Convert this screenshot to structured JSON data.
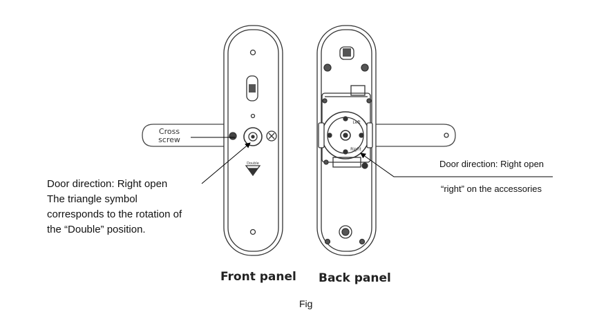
{
  "left_annotation": {
    "line1": "Door direction: Right open",
    "line2": "The triangle symbol",
    "line3": "corresponds to the rotation of",
    "line4": "the “Double” position."
  },
  "cross_screw": {
    "line1": "Cross",
    "line2": "screw"
  },
  "right_annotation": {
    "door_direction": "Door direction:  Right open",
    "accessory_note": "“right”  on the accessories"
  },
  "front_panel": {
    "title": "Front panel",
    "double_mark": "Double"
  },
  "back_panel": {
    "title": "Back panel",
    "left_mark": "Left",
    "right_mark": "Right"
  },
  "caption": "Fig"
}
